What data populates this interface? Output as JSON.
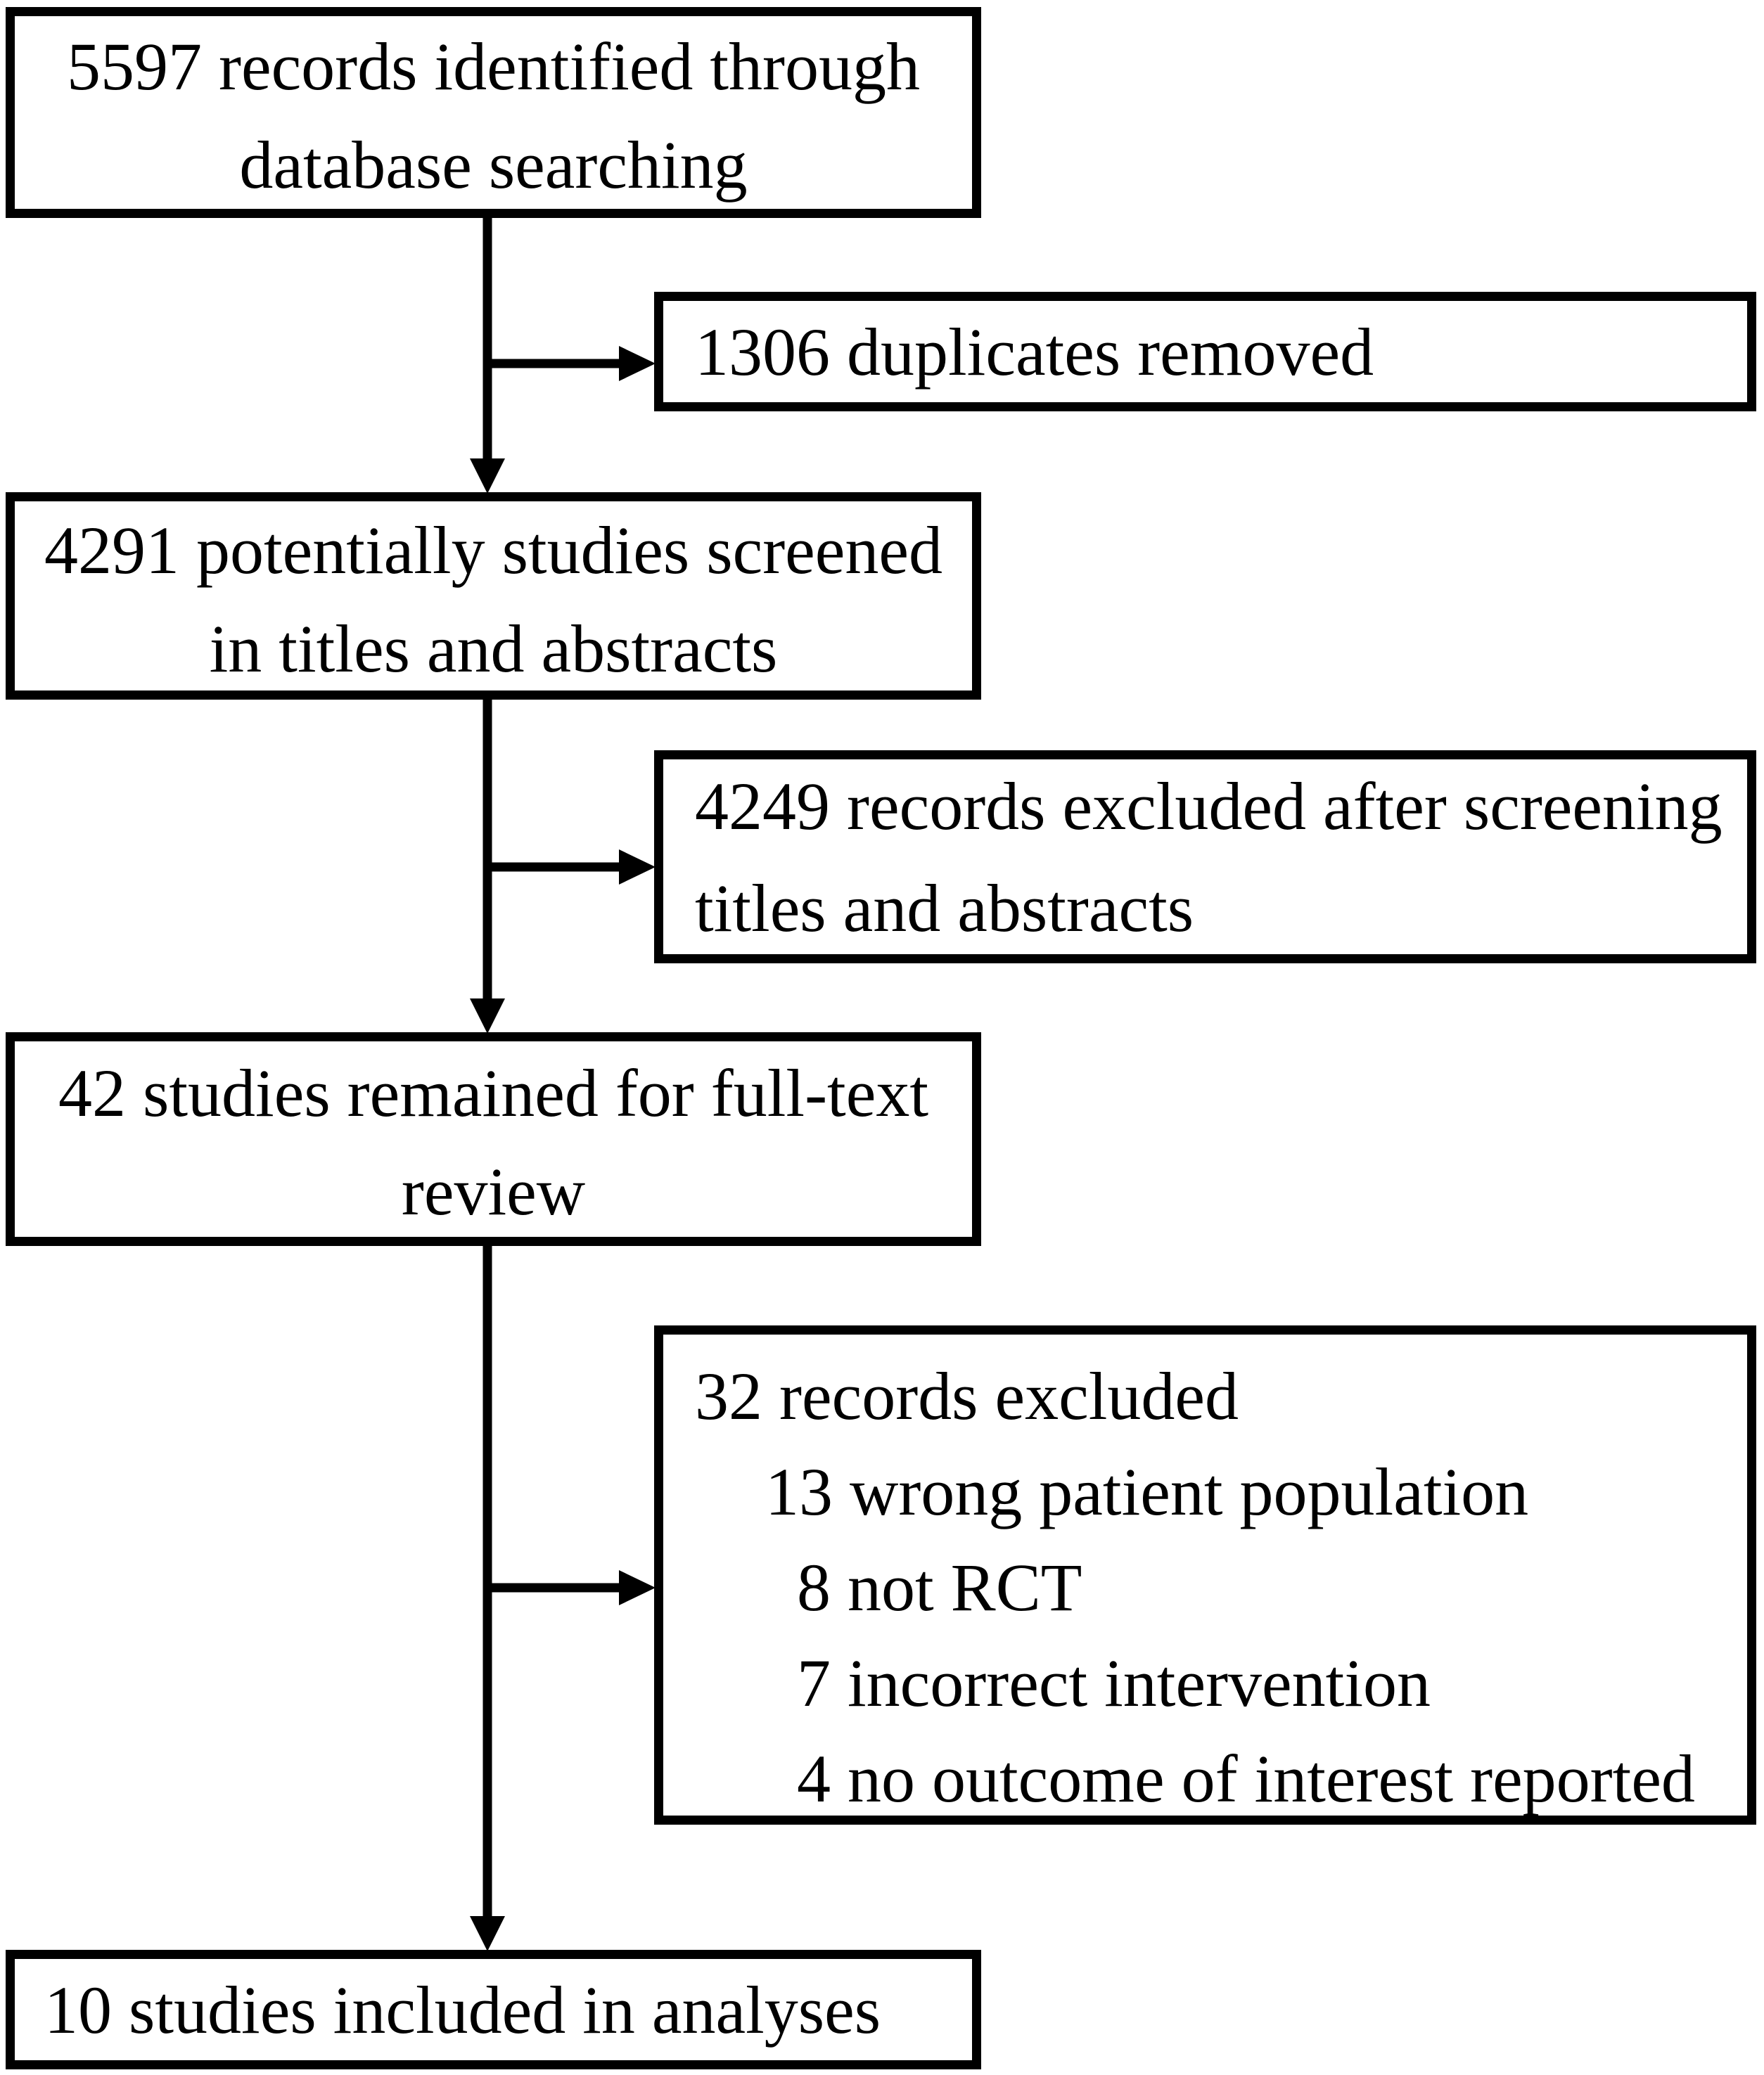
{
  "figure": {
    "background_color": "#ffffff",
    "line_color": "#000000",
    "nodes": {
      "identified": {
        "lines": [
          "5597 records identified through",
          "database searching"
        ]
      },
      "duplicates_removed": {
        "lines": [
          "1306 duplicates removed"
        ]
      },
      "screened": {
        "lines": [
          "4291 potentially studies screened",
          "in titles and abstracts"
        ]
      },
      "excluded_screening": {
        "lines": [
          "4249 records excluded after screening",
          "titles and abstracts"
        ]
      },
      "fulltext": {
        "lines": [
          "42 studies remained for full-text",
          "review"
        ]
      },
      "excluded_fulltext": {
        "lines": [
          "32 records excluded",
          "13 wrong patient population",
          "8 not RCT",
          "7 incorrect intervention",
          "4 no outcome of interest reported"
        ]
      },
      "included": {
        "lines": [
          "10 studies included in analyses"
        ]
      }
    }
  }
}
